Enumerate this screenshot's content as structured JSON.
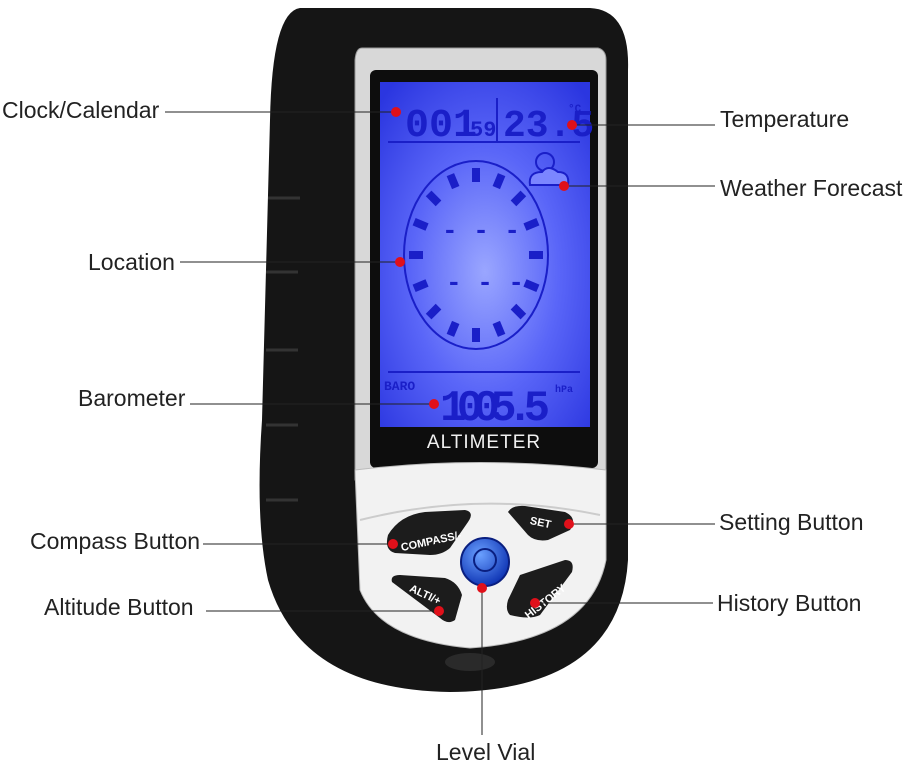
{
  "callouts": {
    "clock": "Clock/Calendar",
    "temperature": "Temperature",
    "weather": "Weather Forecast",
    "location": "Location",
    "barometer": "Barometer",
    "compass_button": "Compass Button",
    "altitude_button": "Altitude Button",
    "setting_button": "Setting Button",
    "history_button": "History Button",
    "level_vial": "Level Vial"
  },
  "device": {
    "time_hm": "001",
    "time_s": "59",
    "temperature": "23.5",
    "temp_unit": "°C",
    "baro_label": "BARO",
    "pressure": "1005.5",
    "pressure_unit": "hPa",
    "brand_label": "ALTIMETER",
    "compass_dashes_top": "- - -",
    "compass_dashes_bottom": "- - -",
    "buttons": {
      "compass": "COMPASS/-",
      "set": "SET",
      "alti": "ALTI/+",
      "history": "HISTORY"
    }
  },
  "colors": {
    "screen": "#3f4cf5",
    "lcd_segments": "#1a1fc8",
    "callout_dot": "#e0101a",
    "body": "#151515"
  }
}
